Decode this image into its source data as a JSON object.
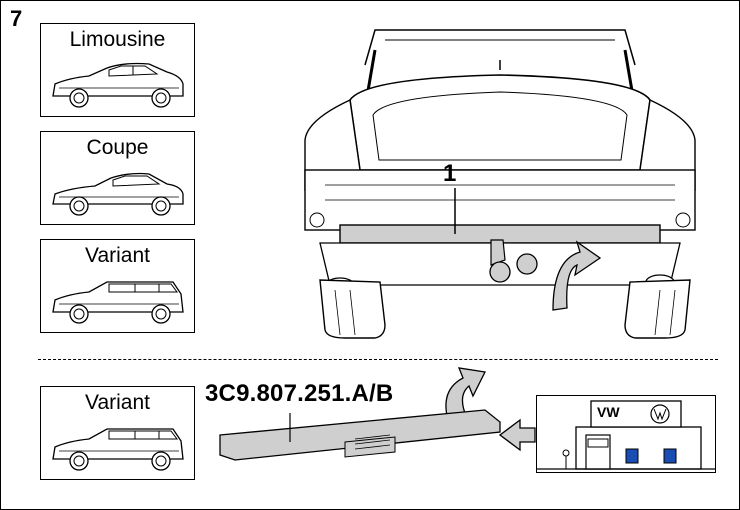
{
  "figure": {
    "step_number": "7",
    "callout_1": "1",
    "part_number": "3C9.807.251.A/B",
    "dealer_sign": "VW"
  },
  "variants": [
    {
      "label": "Limousine"
    },
    {
      "label": "Coupe"
    },
    {
      "label": "Variant"
    }
  ],
  "lower_panel": {
    "label": "Variant"
  },
  "colors": {
    "line": "#000000",
    "fill_gray": "#cfcfcf",
    "dealer_blue": "#1a4db3"
  }
}
